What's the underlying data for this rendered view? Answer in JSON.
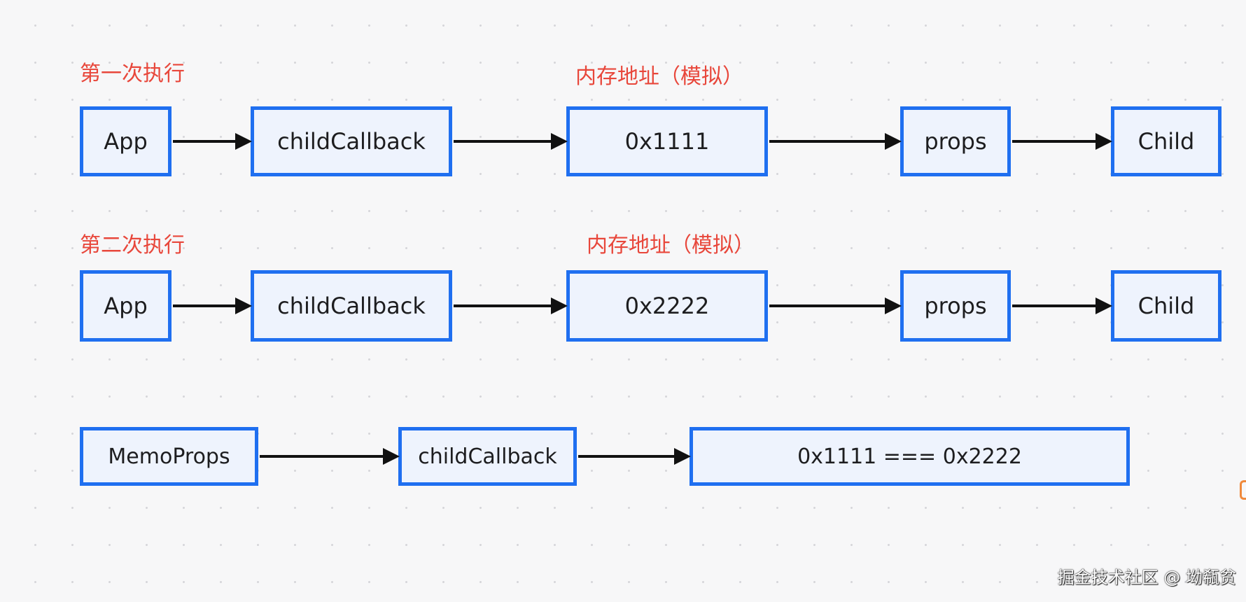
{
  "rows": [
    {
      "label": "第一次执行",
      "annotation": "内存地址（模拟）",
      "nodes": [
        "App",
        "childCallback",
        "0x1111",
        "props",
        "Child"
      ]
    },
    {
      "label": "第二次执行",
      "annotation": "内存地址（模拟）",
      "nodes": [
        "App",
        "childCallback",
        "0x2222",
        "props",
        "Child"
      ]
    },
    {
      "nodes": [
        "MemoProps",
        "childCallback",
        "0x1111 === 0x2222"
      ]
    }
  ],
  "watermark": "掘金技术社区 @ 坳瓻贫",
  "colors": {
    "node_border": "#1f6ff0",
    "node_fill": "#eef3fd",
    "label_text": "#e8473b",
    "arrow": "#111111"
  }
}
